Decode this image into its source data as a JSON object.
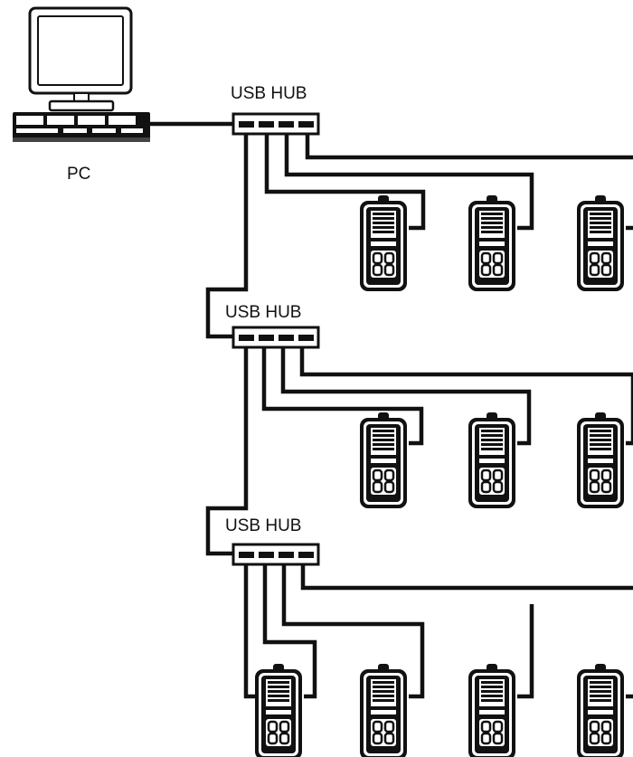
{
  "pc": {
    "label": "PC"
  },
  "hubs": [
    {
      "label": "USB HUB"
    },
    {
      "label": "USB HUB"
    },
    {
      "label": "USB HUB"
    }
  ],
  "colors": {
    "line": "#111111",
    "background": "#ffffff"
  }
}
